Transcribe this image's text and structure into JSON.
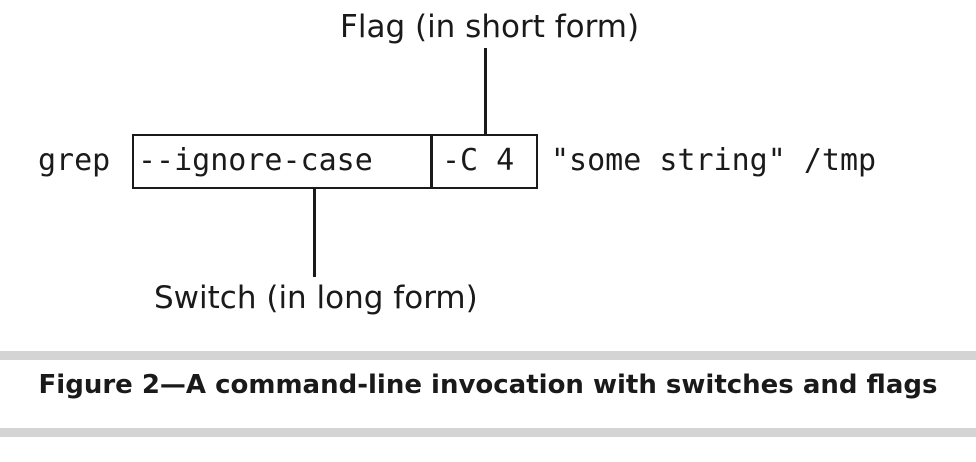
{
  "diagram": {
    "flag_label": "Flag (in short form)",
    "switch_label": "Switch (in long form)",
    "command": {
      "program": "grep",
      "switch_token": "--ignore-case",
      "flag_token": "-C 4",
      "rest": "\"some string\" /tmp"
    }
  },
  "caption": {
    "text": "Figure 2—A command-line invocation with switches and flags"
  }
}
